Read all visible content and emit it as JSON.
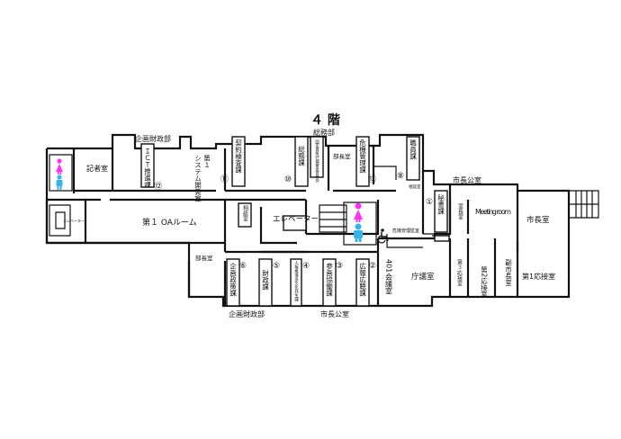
{
  "floor_title": "４ 階",
  "labels": {
    "somubu_top": "総務部",
    "kikakuzaiseibu_top": "企画財政部",
    "shichokoshitsu_right": "市長公室",
    "kikakuzaiseibu_bottom": "企画財政部",
    "shichokoshitsu_bottom": "市長公室"
  },
  "rooms": {
    "kishashitsu": "記者室",
    "ict": "ＩＣＴ推進課",
    "system": "システム開発室",
    "system_no": "第１",
    "keiyaku": "契約検査課",
    "somuka": "総務課",
    "kotei": "固定資産評価審査委員会",
    "buchoshitsu_top": "部長室",
    "kiki": "危機管理課",
    "shokuin": "職員課",
    "sodanshitsu_small": "相談室",
    "oa_room": "第１ OAルーム",
    "elevator_small": "エレベーター",
    "elevator": "エレベーター",
    "sodanshitsu": "相談室",
    "hisho": "秘書課",
    "shichoshitsu_small": "室長室",
    "meeting": "Meeting room",
    "shichoshitsu": "市長室",
    "kikikanrikan": "危機管理監室",
    "buchoshitsu": "部長室",
    "kikakuseisaku": "企画政策課",
    "zaisei": "財政課",
    "jinken": "人権推進多文化共生課",
    "sankaku": "参画協働課",
    "koho": "広報広聴課",
    "kaigi401": "401会議室",
    "chogi": "庁議室",
    "osetsu3": "第３応接室",
    "osetsu2": "第2応接室",
    "fukushicho": "副市長室",
    "osetsu1": "第1応接室"
  },
  "numbers": [
    "①",
    "②",
    "③",
    "④",
    "⑤",
    "⑥",
    "⑧",
    "⑩",
    "⑪",
    "⑫",
    "⑬"
  ],
  "icons": [
    "restroom-female-icon",
    "restroom-male-icon",
    "wheelchair-icon"
  ],
  "colors": {
    "female": "#ff33ee",
    "male": "#33b5e8",
    "line": "#111111"
  }
}
